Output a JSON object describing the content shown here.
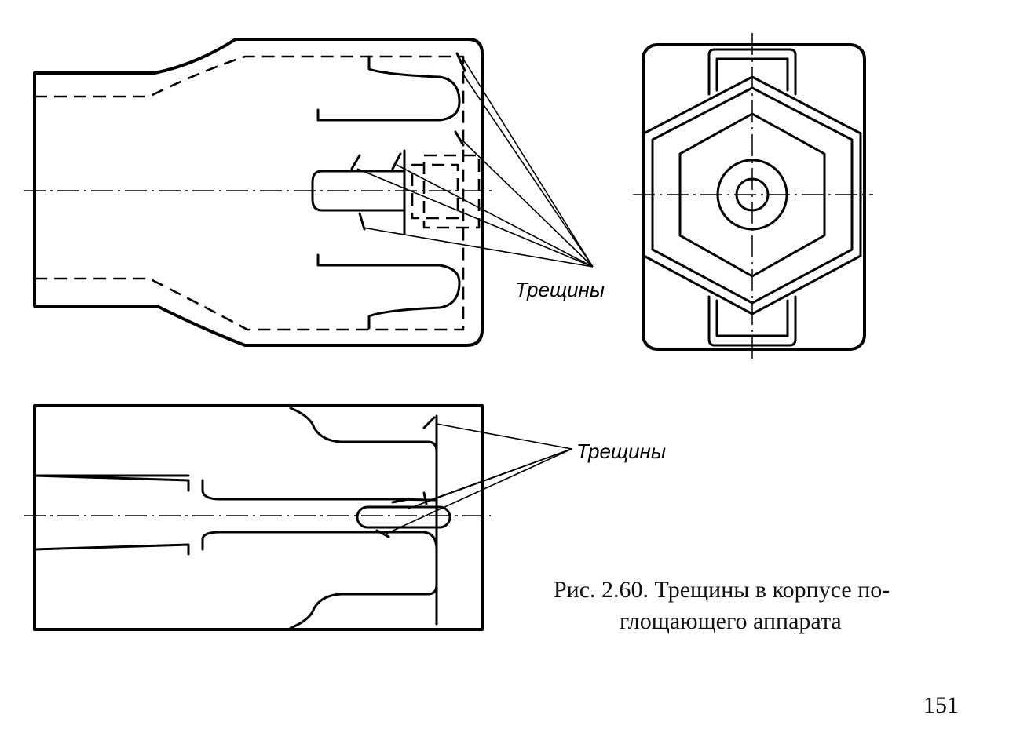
{
  "figure": {
    "label_cracks_top": "Трещины",
    "label_cracks_bottom": "Трещины",
    "caption_line1": "Рис. 2.60. Трещины в корпусе по-",
    "caption_line2": "глощающего аппарата",
    "page_number": "151"
  }
}
